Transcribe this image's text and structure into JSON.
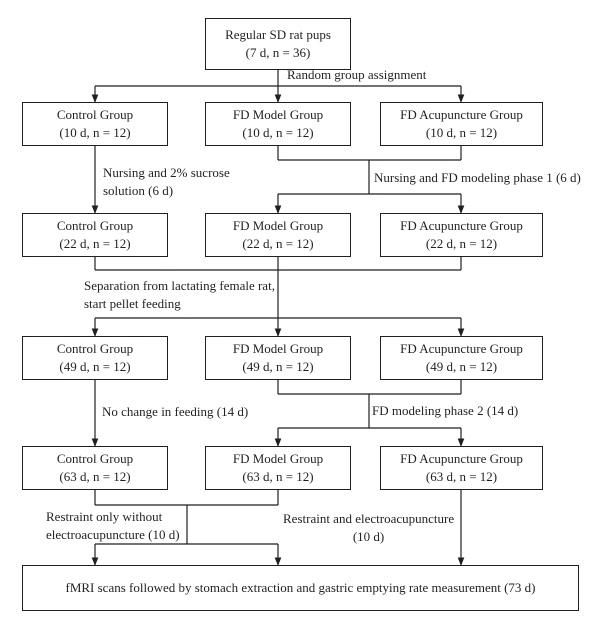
{
  "start": {
    "line1": "Regular SD rat pups",
    "line2": "(7 d, n = 36)"
  },
  "step_assign": "Random group assignment",
  "row1": [
    {
      "line1": "Control Group",
      "line2": "(10 d, n = 12)"
    },
    {
      "line1": "FD Model Group",
      "line2": "(10 d, n = 12)"
    },
    {
      "line1": "FD Acupuncture Group",
      "line2": "(10 d, n = 12)"
    }
  ],
  "step_control_1": {
    "line1": "Nursing and 2% sucrose",
    "line2": "solution (6 d)"
  },
  "step_fd_1": "Nursing and FD modeling phase 1 (6 d)",
  "row2": [
    {
      "line1": "Control Group",
      "line2": "(22 d, n = 12)"
    },
    {
      "line1": "FD Model Group",
      "line2": "(22 d, n = 12)"
    },
    {
      "line1": "FD Acupuncture Group",
      "line2": "(22 d, n = 12)"
    }
  ],
  "step_separation": {
    "line1": "Separation from lactating female rat,",
    "line2": "start pellet feeding"
  },
  "row3": [
    {
      "line1": "Control Group",
      "line2": "(49 d, n = 12)"
    },
    {
      "line1": "FD Model Group",
      "line2": "(49 d, n = 12)"
    },
    {
      "line1": "FD Acupuncture Group",
      "line2": "(49 d, n = 12)"
    }
  ],
  "step_control_2": "No change in feeding (14 d)",
  "step_fd_2": "FD modeling phase 2 (14 d)",
  "row4": [
    {
      "line1": "Control Group",
      "line2": "(63 d, n = 12)"
    },
    {
      "line1": "FD Model Group",
      "line2": "(63 d, n = 12)"
    },
    {
      "line1": "FD Acupuncture Group",
      "line2": "(63 d, n = 12)"
    }
  ],
  "step_restraint_only": {
    "line1": "Restraint only without",
    "line2": "electroacupuncture (10 d)"
  },
  "step_restraint_ea": {
    "line1": "Restraint and electroacupuncture",
    "line2": "(10 d)"
  },
  "final": "fMRI scans followed by stomach extraction and gastric emptying rate measurement (73 d)"
}
